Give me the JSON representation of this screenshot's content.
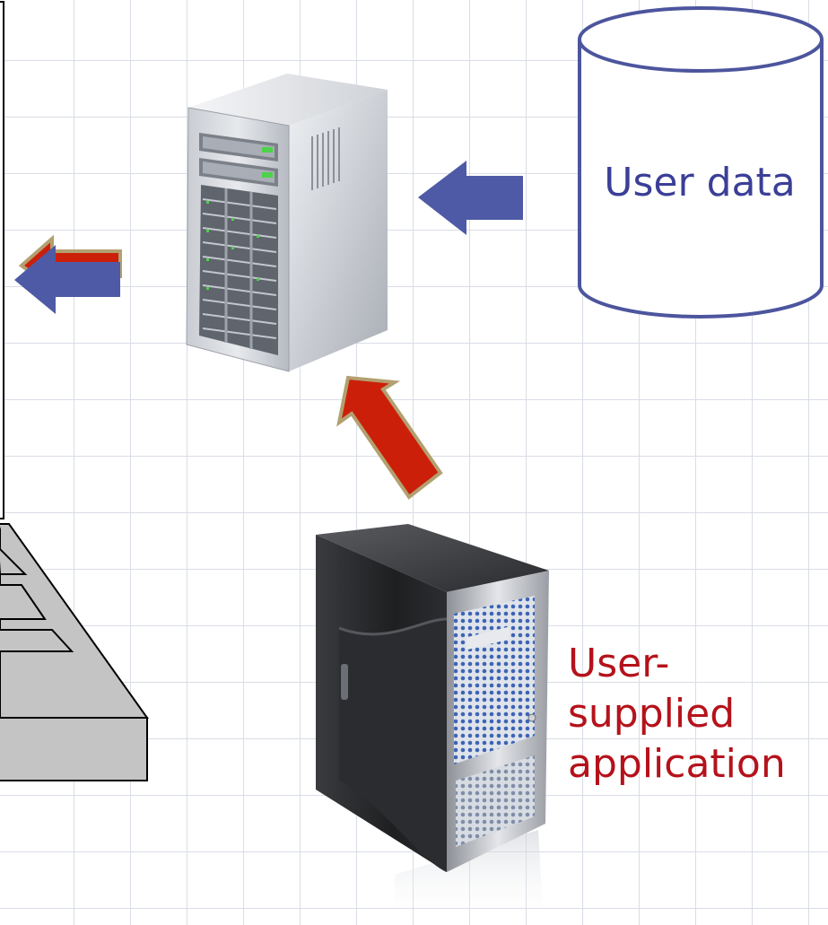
{
  "database": {
    "label": "User data"
  },
  "application": {
    "label_lines": [
      "User-",
      "supplied",
      "application"
    ]
  },
  "colors": {
    "blue_arrow": "#4f5aa6",
    "red_arrow": "#cc1f0a",
    "arrow_outline": "#b3a070",
    "database_stroke": "#4c559d",
    "application_text": "#b5121b",
    "database_text": "#3b3f97"
  }
}
